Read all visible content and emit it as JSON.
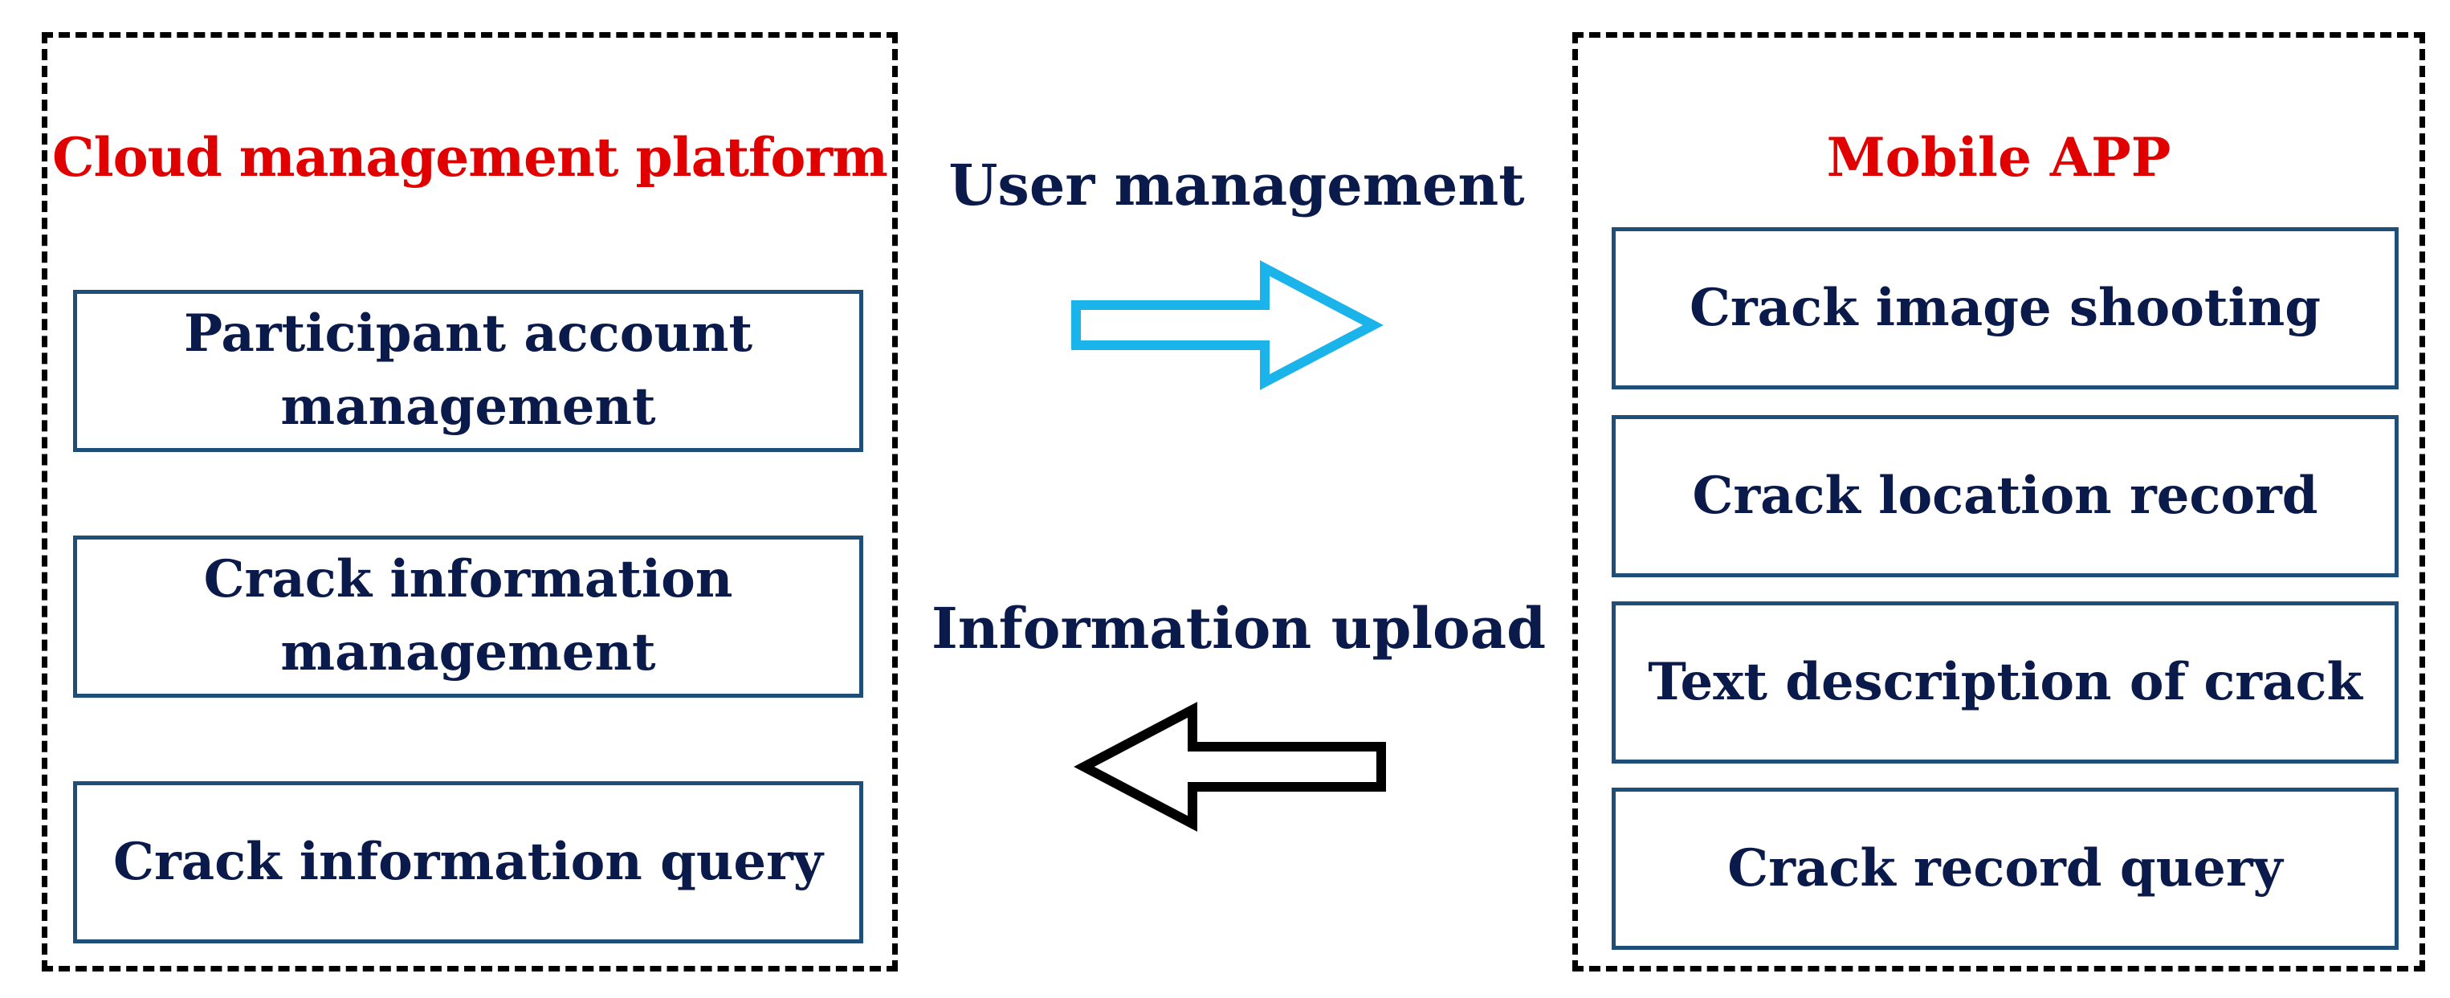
{
  "left_panel": {
    "title": "Cloud management platform",
    "items": [
      {
        "line1": "Participant account",
        "line2": "management"
      },
      {
        "line1": "Crack information",
        "line2": "management"
      },
      {
        "line1": "Crack information query",
        "line2": ""
      }
    ]
  },
  "right_panel": {
    "title": "Mobile APP",
    "items": [
      {
        "label": "Crack image shooting"
      },
      {
        "label": "Crack location record"
      },
      {
        "label": "Text description of crack"
      },
      {
        "label": "Crack record query"
      }
    ]
  },
  "flows": {
    "user_management": "User management",
    "information_upload": "Information upload"
  },
  "colors": {
    "title": "#e00000",
    "text": "#0a1a4a",
    "box_border": "#1f4e79",
    "arrow_right": "#1ab3ea",
    "arrow_left": "#000000"
  },
  "icons": {
    "arrow_right": "arrow-right-icon",
    "arrow_left": "arrow-left-icon"
  }
}
